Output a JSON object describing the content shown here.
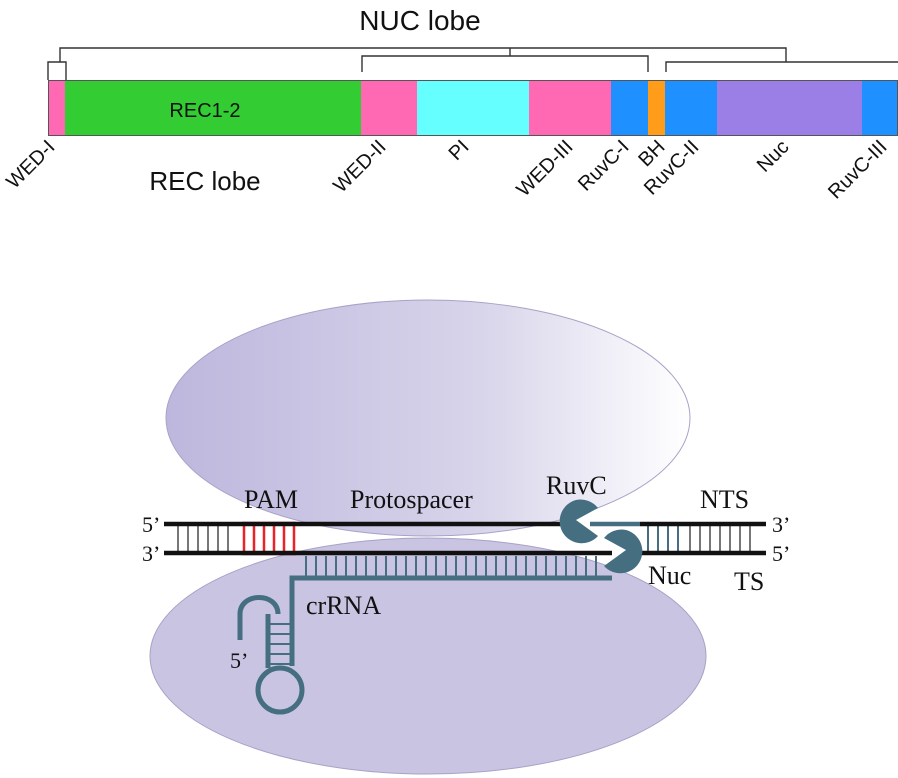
{
  "domain_map": {
    "nuc_lobe_label": "NUC lobe",
    "rec_lobe_label": "REC lobe",
    "segments": [
      {
        "name": "WED-I",
        "color": "#ff69b4"
      },
      {
        "name": "REC1-2",
        "color": "#33cc33",
        "inner_label": "REC1-2"
      },
      {
        "name": "WED-II",
        "color": "#ff69b4"
      },
      {
        "name": "PI",
        "color": "#66ffff"
      },
      {
        "name": "WED-III",
        "color": "#ff69b4"
      },
      {
        "name": "RuvC-I",
        "color": "#1e90ff"
      },
      {
        "name": "BH",
        "color": "#ff9c1a"
      },
      {
        "name": "RuvC-II",
        "color": "#1e90ff"
      },
      {
        "name": "Nuc",
        "color": "#9b7fe6"
      },
      {
        "name": "RuvC-III",
        "color": "#1e90ff"
      }
    ],
    "domain_labels": [
      "WED-I",
      "WED-II",
      "PI",
      "WED-III",
      "RuvC-I",
      "BH",
      "RuvC-II",
      "Nuc",
      "RuvC-III"
    ]
  },
  "complex": {
    "pam": "PAM",
    "protospacer": "Protospacer",
    "ruvc": "RuvC",
    "nts": "NTS",
    "ts": "TS",
    "nuc": "Nuc",
    "crrna": "crRNA",
    "top_left_end": "5’",
    "top_right_end": "3’",
    "bottom_left_end": "3’",
    "bottom_right_end": "5’",
    "crrna_end": "5’",
    "colors": {
      "protein_lobe": "#c9c4e2",
      "dna": "#111111",
      "pam": "#e8242a",
      "rna": "#456f80"
    }
  }
}
